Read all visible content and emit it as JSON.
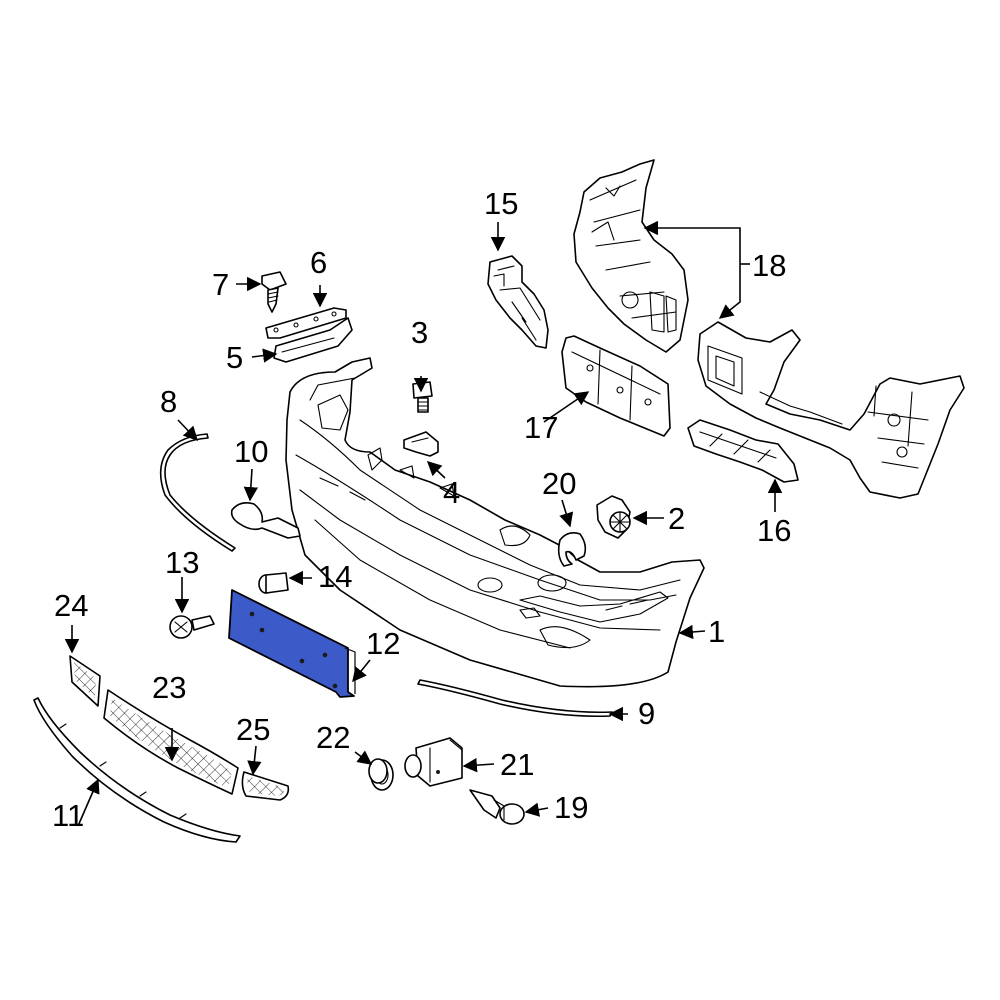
{
  "diagram": {
    "highlighted_part": "12",
    "highlight_color": "#3c5ac8",
    "callouts": {
      "c1": "1",
      "c2": "2",
      "c3": "3",
      "c4": "4",
      "c5": "5",
      "c6": "6",
      "c7": "7",
      "c8": "8",
      "c9": "9",
      "c10": "10",
      "c11": "11",
      "c12": "12",
      "c13": "13",
      "c14": "14",
      "c15": "15",
      "c16": "16",
      "c17": "17",
      "c18": "18",
      "c19": "19",
      "c20": "20",
      "c21": "21",
      "c22": "22",
      "c23": "23",
      "c24": "24",
      "c25": "25"
    }
  }
}
